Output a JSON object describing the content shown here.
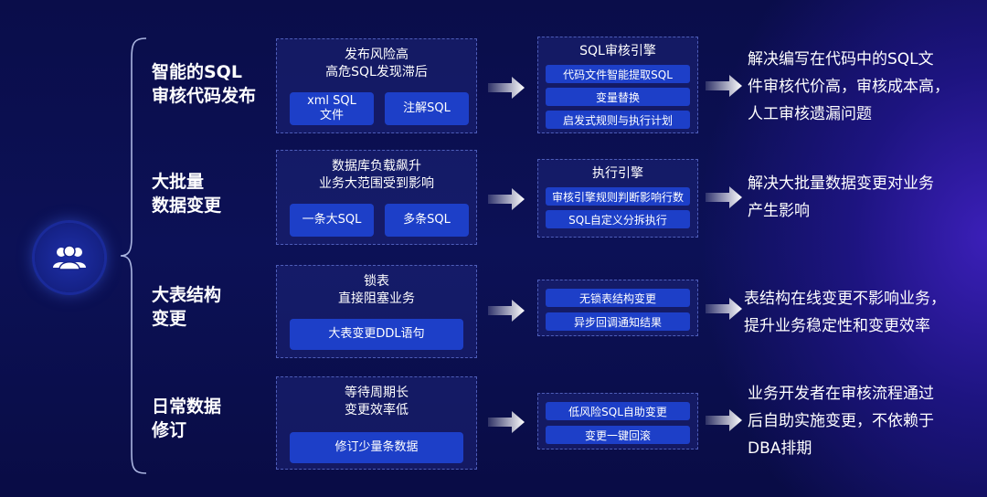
{
  "rows": [
    {
      "label": [
        "智能的SQL",
        "审核代码发布"
      ],
      "issue": [
        "发布风险高",
        "高危SQL发现滞后"
      ],
      "buttons": [
        "xml SQL\n文件",
        "注解SQL"
      ],
      "engine_title": "SQL审核引擎",
      "engine_items": [
        "代码文件智能提取SQL",
        "变量替换",
        "启发式规则与执行计划"
      ],
      "solution": [
        "解决编写在代码中的SQL文",
        "件审核代价高，审核成本高，",
        "人工审核遗漏问题"
      ]
    },
    {
      "label": [
        "大批量",
        "数据变更"
      ],
      "issue": [
        "数据库负载飙升",
        "业务大范围受到影响"
      ],
      "buttons": [
        "一条大SQL",
        "多条SQL"
      ],
      "engine_title": "执行引擎",
      "engine_items": [
        "审核引擎规则判断影响行数",
        "SQL自定义分拆执行"
      ],
      "solution": [
        "解决大批量数据变更对业务",
        "产生影响"
      ]
    },
    {
      "label": [
        "大表结构",
        "变更"
      ],
      "issue": [
        "锁表",
        "直接阻塞业务"
      ],
      "buttons": [
        "大表变更DDL语句"
      ],
      "engine_title": "",
      "engine_items": [
        "无锁表结构变更",
        "异步回调通知结果"
      ],
      "solution": [
        "表结构在线变更不影响业务，",
        "提升业务稳定性和变更效率"
      ]
    },
    {
      "label": [
        "日常数据",
        "修订"
      ],
      "issue": [
        "等待周期长",
        "变更效率低"
      ],
      "buttons": [
        "修订少量条数据"
      ],
      "engine_title": "",
      "engine_items": [
        "低风险SQL自助变更",
        "变更一键回滚"
      ],
      "solution": [
        "业务开发者在审核流程通过",
        "后自助实施变更，不依赖于",
        "DBA排期"
      ]
    }
  ],
  "icons": {
    "center": "users-group-icon",
    "arrow": "arrow-right-icon"
  },
  "colors": {
    "background": "#0b0f4e",
    "button": "#1d3fc8",
    "panel_border": "#6e82e6",
    "accent_glow": "#3b1fb8"
  }
}
